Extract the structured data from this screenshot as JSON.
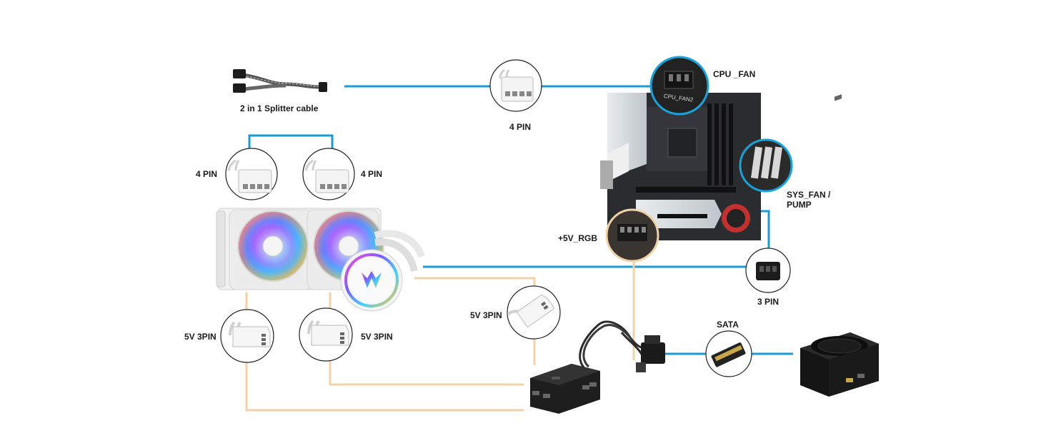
{
  "labels": {
    "splitter": "2 in 1 Splitter cable",
    "fan_left_pin": "4 PIN",
    "fan_right_pin": "4 PIN",
    "mid_pin": "4 PIN",
    "cpu_fan": "CPU _FAN",
    "sys_fan_line1": "SYS_FAN /",
    "sys_fan_line2": "PUMP",
    "rgb_header": "+5V_RGB",
    "three_pin": "3 PIN",
    "sata": "SATA",
    "argb_left": "5V 3PIN",
    "argb_mid": "5V 3PIN",
    "argb_hub": "5V 3PIN"
  },
  "board_silkscreen": "CPU_FAN2",
  "colors": {
    "fan_cable": "#1a9ad6",
    "rgb_cable": "#f0d2a8",
    "badge_ring": "#1aa3d9"
  },
  "icons": [
    "splitter-cable-icon",
    "fan-4pin-connector-icon",
    "aio-cooler-icon",
    "motherboard-icon",
    "argb-3pin-connector-icon",
    "argb-hub-icon",
    "sata-connector-icon",
    "power-supply-icon"
  ]
}
